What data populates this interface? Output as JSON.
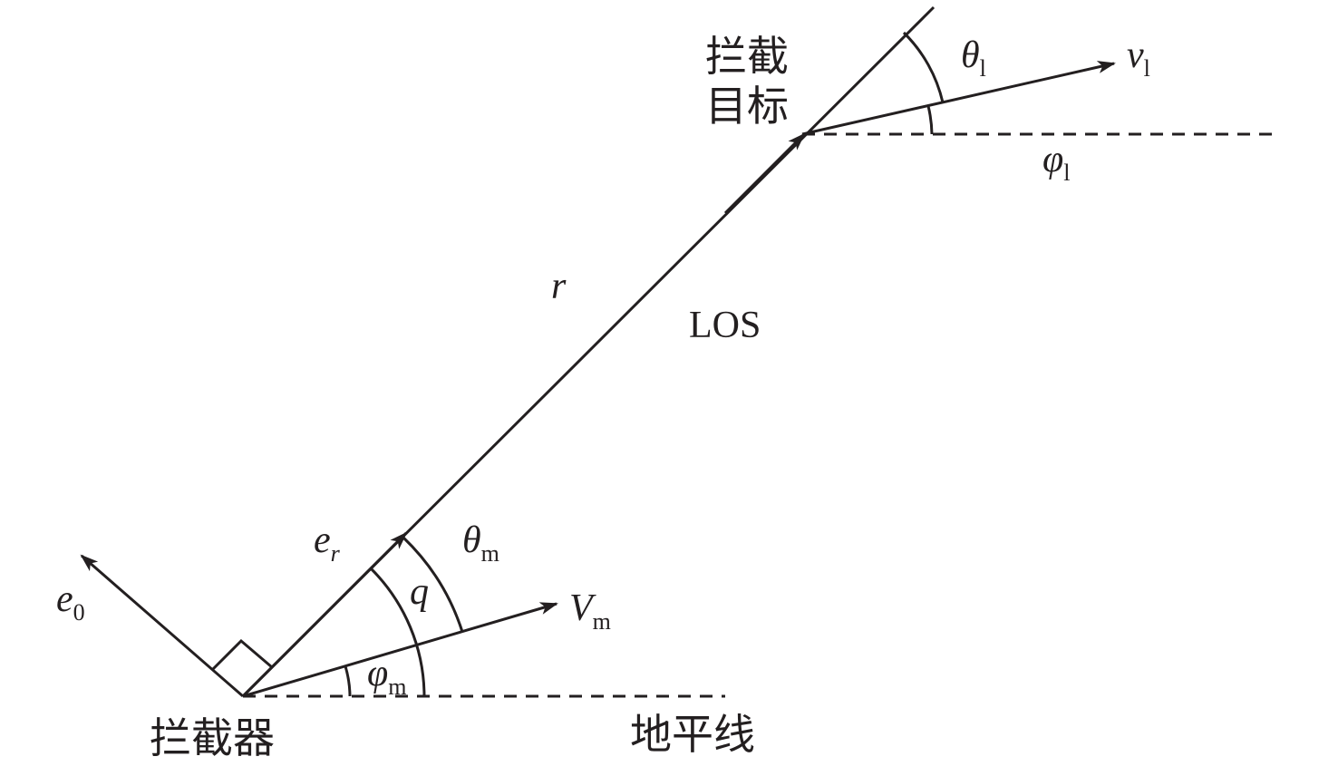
{
  "labels": {
    "target_line1": "拦截",
    "target_line2": "目标",
    "interceptor": "拦截器",
    "horizon": "地平线",
    "los": "LOS",
    "r": "r",
    "theta1": {
      "sym": "θ",
      "sub": "l"
    },
    "v1": {
      "sym": "v",
      "sub": "l"
    },
    "phi1": {
      "sym": "φ",
      "sub": "l"
    },
    "er": {
      "sym": "e",
      "sub": "r"
    },
    "thetam": {
      "sym": "θ",
      "sub": "m"
    },
    "q": "q",
    "Vm": {
      "sym": "V",
      "sub": "m"
    },
    "phim": {
      "sym": "φ",
      "sub": "m"
    },
    "e0": {
      "sym": "e",
      "sub": "0"
    }
  },
  "colors": {
    "stroke": "#231f20"
  }
}
